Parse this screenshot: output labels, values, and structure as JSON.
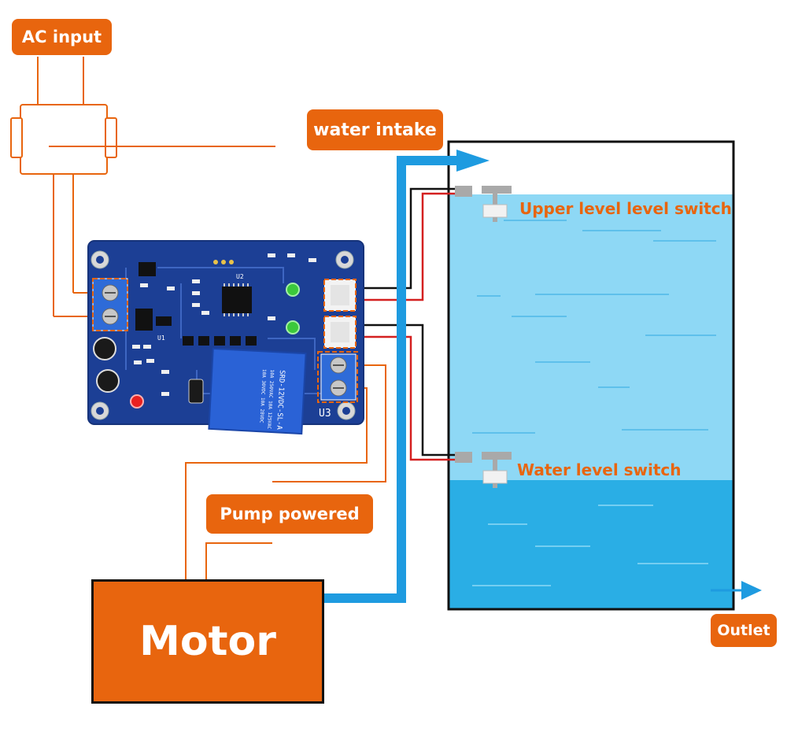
{
  "labels": {
    "ac_input": "AC input",
    "water_intake": "water intake",
    "pump_powered": "Pump powered",
    "outlet": "Outlet",
    "motor": "Motor",
    "upper_switch": "Upper level level switch",
    "lower_switch": "Water level switch"
  },
  "board": {
    "relay_line1": "SRD-12VDC-SL-A",
    "relay_line2": "10A 250VAC 10A 125VAC",
    "relay_line3": "10A 30VDC 10A 28VDC",
    "u3_label": "U3",
    "u2_label": "U2",
    "u1_label": "U1"
  },
  "colors": {
    "accent_orange": "#E8650E",
    "pipe_blue": "#1E9BE0",
    "water_light": "#8ED8F5",
    "water_dark": "#2AAEE5",
    "board_blue": "#1C3F95"
  }
}
